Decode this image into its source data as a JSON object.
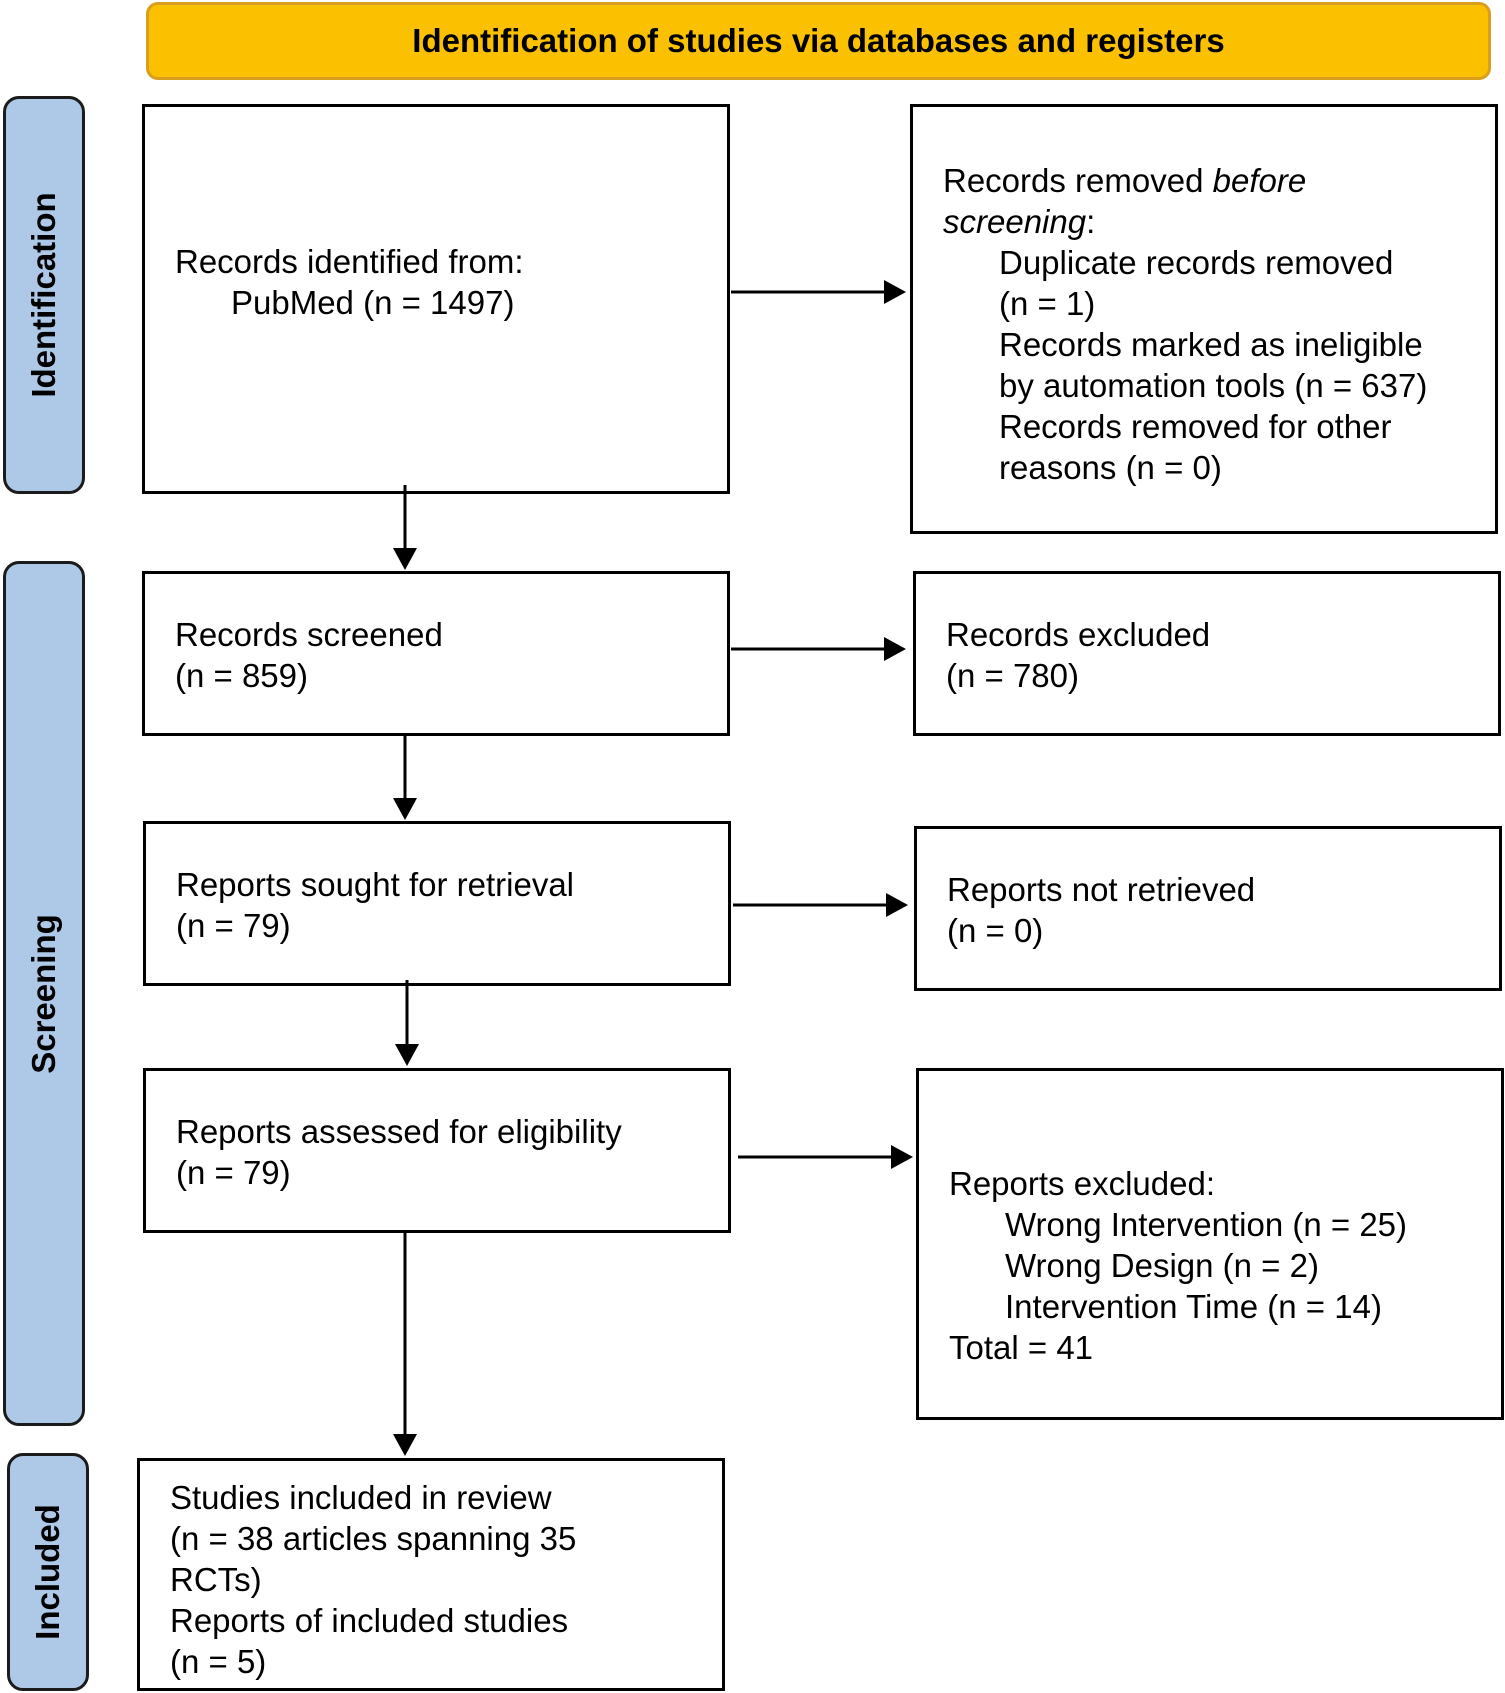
{
  "header": {
    "title": "Identification of studies via databases and registers"
  },
  "phases": {
    "identification": "Identification",
    "screening": "Screening",
    "included": "Included"
  },
  "identified": {
    "title": "Records identified from:",
    "source": "PubMed (n = 1497)"
  },
  "removed": {
    "title_a": "Records removed ",
    "title_b": "before",
    "title_c": "screening",
    "title_d": ":",
    "items": [
      "Duplicate records removed",
      "(n = 1)",
      "Records marked as ineligible",
      "by automation tools (n = 637)",
      "Records removed for other",
      "reasons (n = 0)"
    ]
  },
  "screened": {
    "label": "Records screened",
    "count": "(n = 859)"
  },
  "excluded": {
    "label": "Records excluded",
    "count": "(n = 780)"
  },
  "sought": {
    "label": "Reports sought for retrieval",
    "count": "(n = 79)"
  },
  "not_retrieved": {
    "label": "Reports not retrieved",
    "count": "(n = 0)"
  },
  "assessed": {
    "label": "Reports assessed for eligibility",
    "count": "(n = 79)"
  },
  "reports_excluded": {
    "title": "Reports excluded:",
    "items": [
      "Wrong Intervention (n = 25)",
      "Wrong Design (n = 2)",
      "Intervention Time (n = 14)"
    ],
    "total": "Total = 41"
  },
  "included": {
    "lines": [
      "Studies included in review",
      "(n = 38 articles spanning 35",
      "RCTs)",
      "Reports of included studies",
      "(n = 5)"
    ]
  }
}
